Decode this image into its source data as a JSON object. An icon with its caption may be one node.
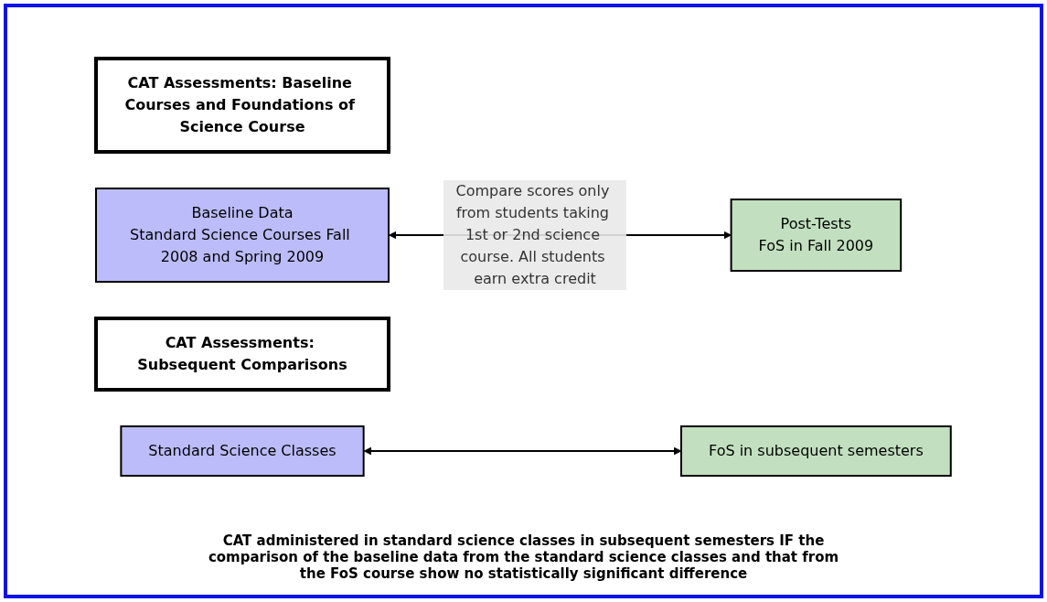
{
  "diagram": {
    "nodes": [
      {
        "text": [
          "CAT Assessments: Baseline Courses and Foundations of Science Course"
        ]
      },
      {
        "text": [
          "Baseline Data",
          "Standard Science Courses Fall 2008 and Spring 2009"
        ]
      },
      {
        "text": [
          "Post-Tests",
          "FoS in Fall 2009"
        ]
      },
      {
        "text": [
          "CAT Assessments: Subsequent Comparisons"
        ]
      },
      {
        "text": [
          "Standard Science Classes"
        ]
      },
      {
        "text": [
          "FoS in subsequent semesters"
        ]
      }
    ],
    "edges": [
      {
        "from": 1,
        "to": 2,
        "arrow": "both",
        "label": "Compare scores only from students taking 1st or 2nd science course. All students earn extra credit"
      },
      {
        "from": 4,
        "to": 5,
        "arrow": "both"
      }
    ],
    "labels": [
      "CAT administered in standard science classes in subsequent semesters IF the comparison of the baseline data from the standard science classes and that from the FoS course show no statistically significant difference"
    ]
  }
}
